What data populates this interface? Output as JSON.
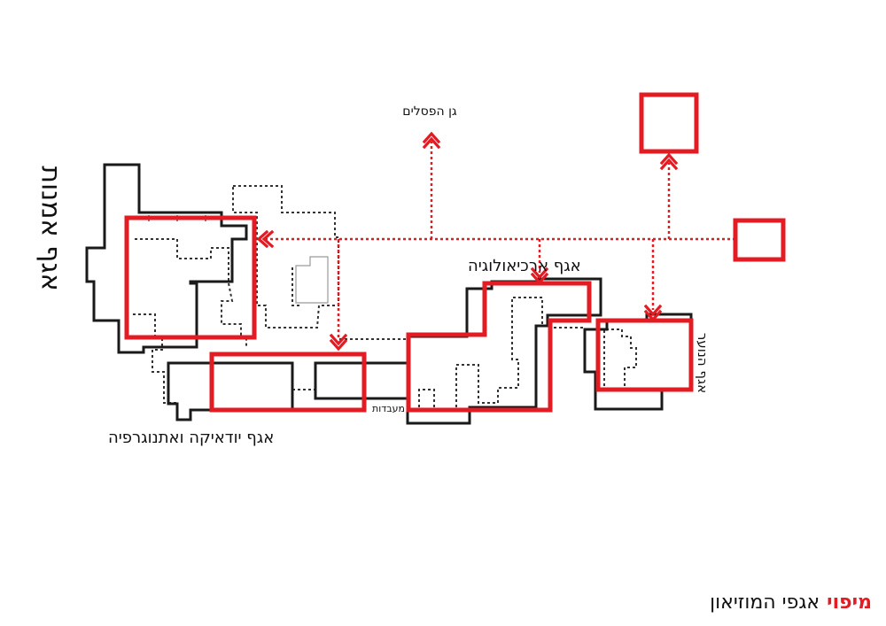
{
  "labels": {
    "art_wing": "אגף אמנות",
    "sculpture_garden": "גן הפסלים",
    "archaeology_wing": "אגף ארכיאולוגיה",
    "youth_wing": "אגף הנוער",
    "labs": "מעבדות",
    "judaica_wing": "אגף יודאיקה ואתנוגרפיה"
  },
  "footer": {
    "accent": "מיפוי",
    "title": "אגפי המוזיאון"
  },
  "colors": {
    "accent": "#e31b23",
    "outline": "#1a1a1a",
    "dotted": "#333333",
    "background": "#ffffff"
  }
}
